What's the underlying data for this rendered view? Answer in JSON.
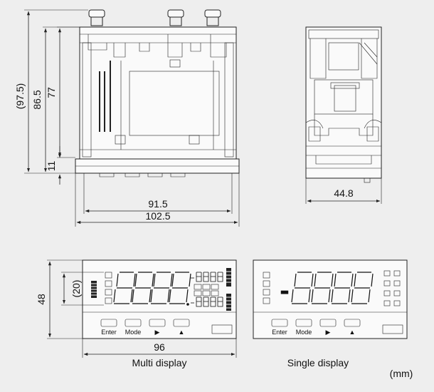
{
  "dimensions": {
    "height_total": "(97.5)",
    "height_body": "86.5",
    "height_inner": "77",
    "height_base": "11",
    "width_inner": "91.5",
    "width_total": "102.5",
    "side_width": "44.8",
    "front_height": "48",
    "front_display_height": "(20)",
    "front_width": "96"
  },
  "captions": {
    "multi": "Multi display",
    "single": "Single display",
    "unit": "(mm)"
  },
  "keys": {
    "enter": "Enter",
    "mode": "Mode",
    "right": "▶",
    "up": "▲"
  },
  "display": {
    "minus": "-"
  },
  "colors": {
    "background": "#eeeeee",
    "line": "#222222",
    "panel": "#fafafa"
  }
}
